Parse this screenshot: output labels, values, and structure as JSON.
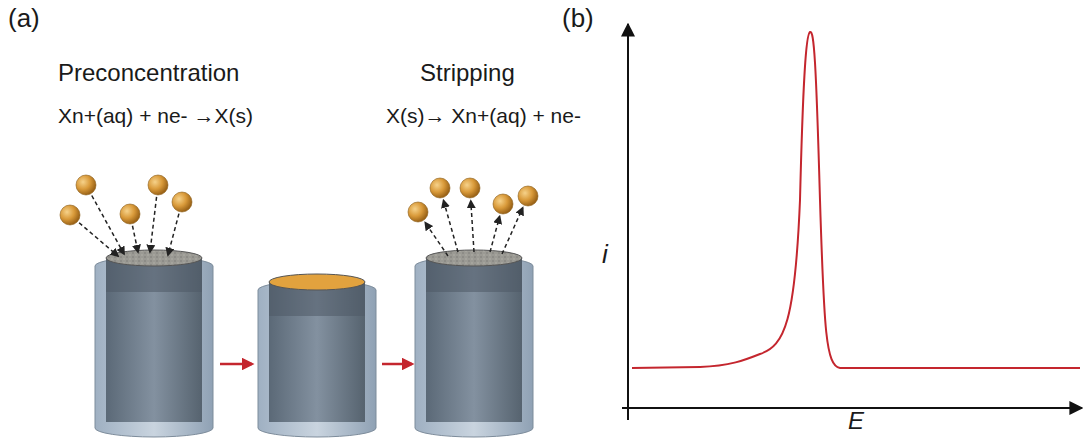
{
  "diagram": {
    "labels": [
      "(a)",
      "Preconcentration",
      "Xn+(aq) + ne- →X(s)",
      "Stripping",
      "X(s)→ Xn+(aq) + ne-",
      "(b)",
      "i",
      "E"
    ]
  }
}
